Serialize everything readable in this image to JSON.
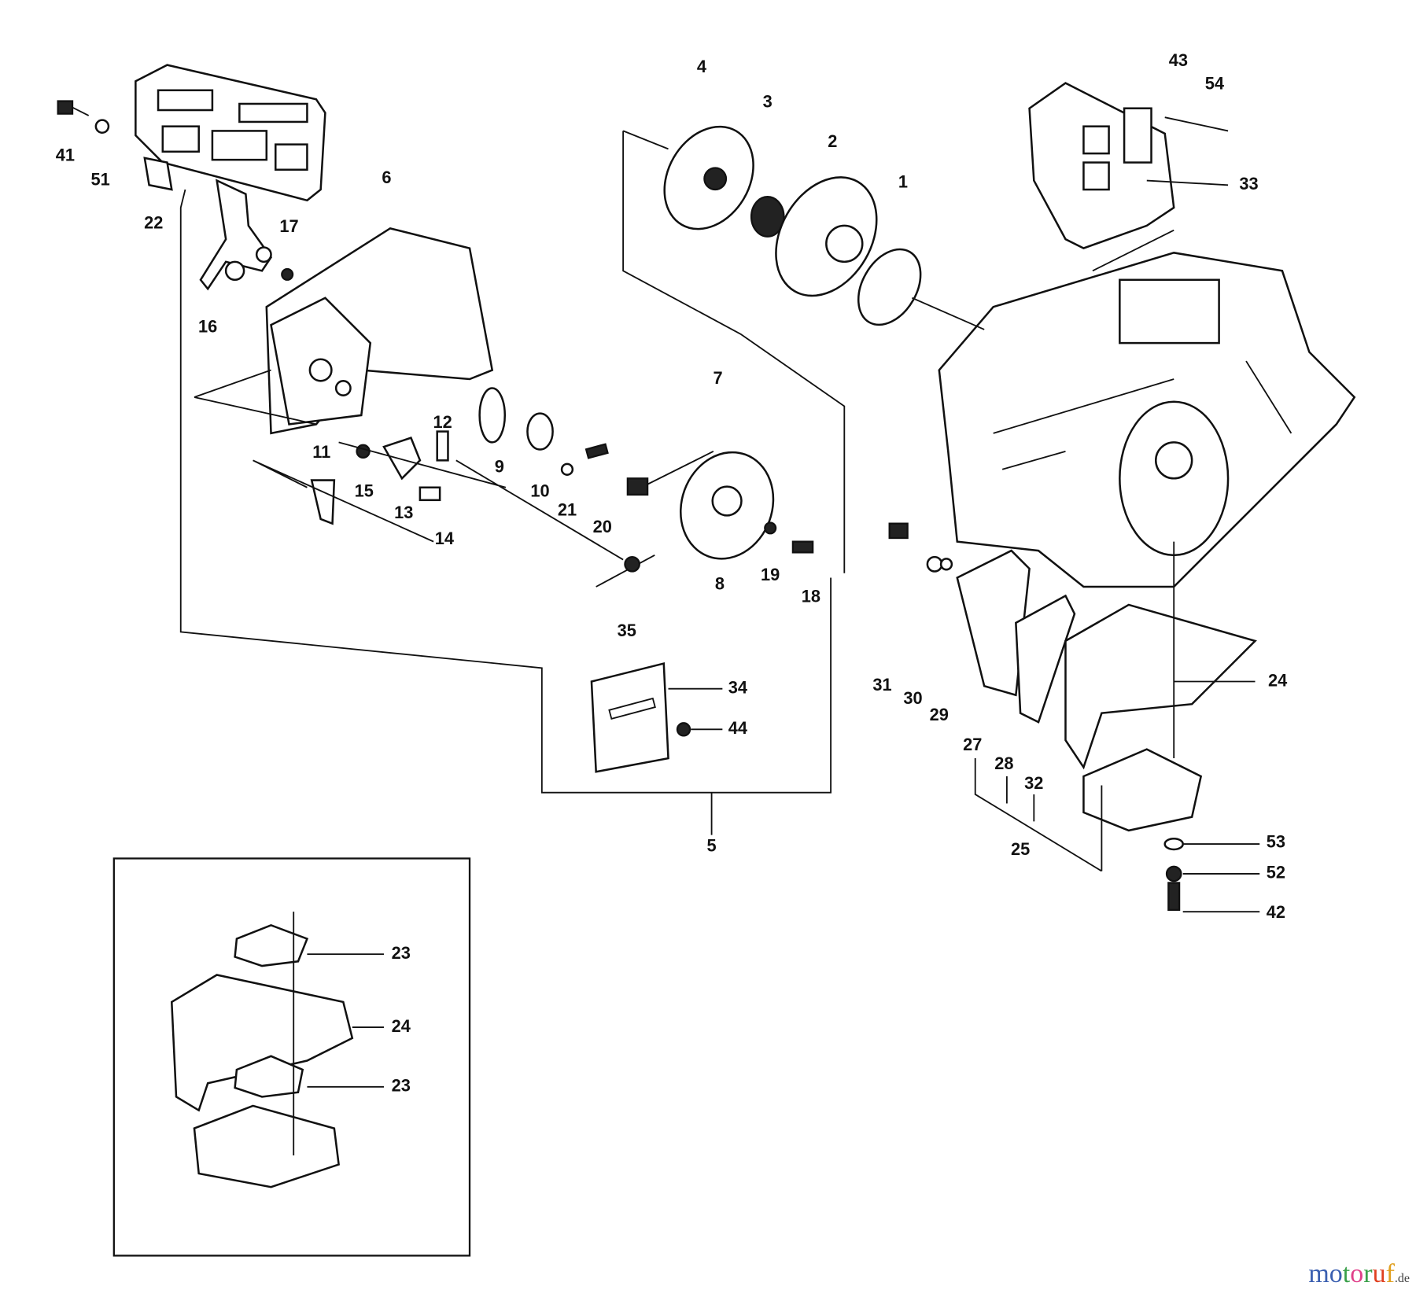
{
  "diagram": {
    "type": "exploded parts diagram",
    "labels": [
      "41",
      "51",
      "22",
      "6",
      "17",
      "16",
      "4",
      "3",
      "2",
      "1",
      "43",
      "54",
      "33",
      "7",
      "12",
      "11",
      "9",
      "10",
      "21",
      "20",
      "15",
      "13",
      "14",
      "8",
      "19",
      "18",
      "35",
      "31",
      "30",
      "29",
      "24",
      "27",
      "28",
      "32",
      "34",
      "44",
      "5",
      "25",
      "53",
      "52",
      "42",
      "23",
      "24",
      "23"
    ]
  },
  "watermark": {
    "text": "motoruf",
    "suffix": ".de",
    "colors": [
      "#3a5fb0",
      "#3a5fb0",
      "#3aa04a",
      "#e0408a",
      "#3aa04a",
      "#e04020",
      "#e0a020",
      "#e0c020"
    ]
  }
}
